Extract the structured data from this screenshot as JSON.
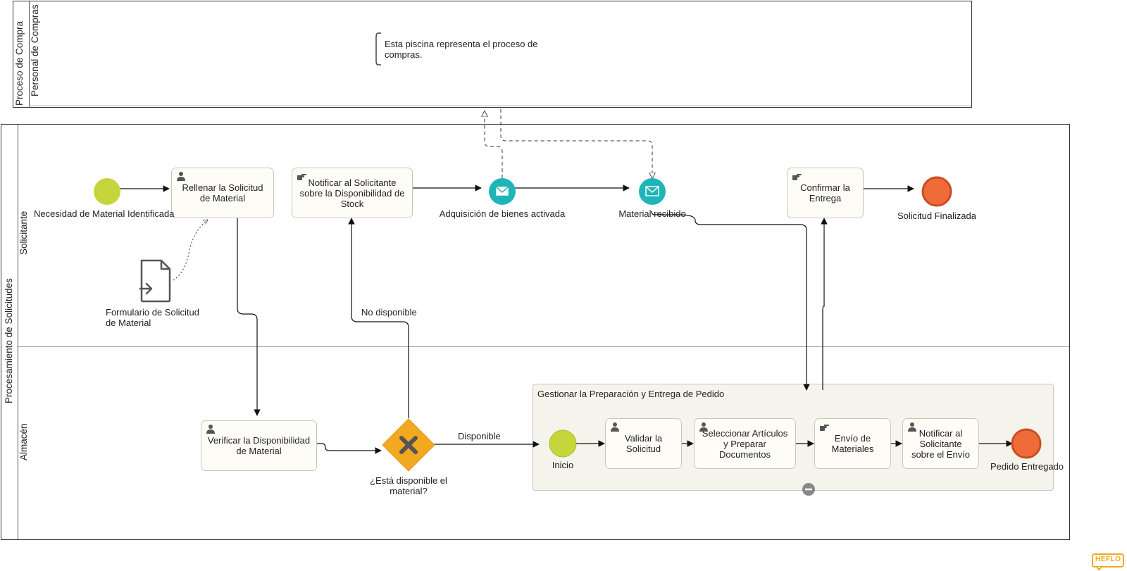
{
  "pools": {
    "compra": {
      "name": "Proceso de Compra",
      "lane": "Personal de Compras",
      "annotation": "Esta piscina representa el proceso de compras."
    },
    "solicitudes": {
      "name": "Procesamiento de Solicitudes",
      "lane_top": "Solicitante",
      "lane_bottom": "Almacén"
    }
  },
  "events": {
    "start_need": "Necesidad de Material Identificada",
    "msg_acquisition": "Adquisición de bienes activada",
    "msg_received": "Material recibido",
    "end_finished": "Solicitud Finalizada",
    "sub_start": "Inicio",
    "sub_end": "Pedido Entregado"
  },
  "tasks": {
    "fill_request": "Rellenar la Solicitud de Material",
    "notify_stock": "Notificar al Solicitante sobre la Disponibilidad de Stock",
    "confirm_delivery": "Confirmar la Entrega",
    "verify_stock": "Verificar la Disponibilidad de Material",
    "validate": "Validar la Solicitud",
    "select_items": "Seleccionar Artículos y Preparar Documentos",
    "ship": "Envío de Materiales",
    "notify_ship": "Notificar al Solicitante sobre el Envío"
  },
  "data_object": "Formulario de Solicitud de Material",
  "gateway": {
    "label": "¿Está disponible el material?",
    "flow_no": "No disponible",
    "flow_yes": "Disponible"
  },
  "subprocess": {
    "title": "Gestionar la Preparación y Entrega de Pedido"
  },
  "colors": {
    "start": "#c5d63d",
    "end": "#ef6b3a",
    "message": "#1fb5b8",
    "gateway": "#f2a91f",
    "task_fill": "#fdfcf6",
    "subprocess_fill": "#f5f4ec",
    "logo": "#f2a91f"
  },
  "icons": {
    "user_task": "user-icon",
    "manual_task": "hand-icon",
    "message": "envelope-icon",
    "gateway": "x-icon",
    "collapse": "minus-icon",
    "data_input": "document-input-icon"
  },
  "logo": "HEFLO"
}
